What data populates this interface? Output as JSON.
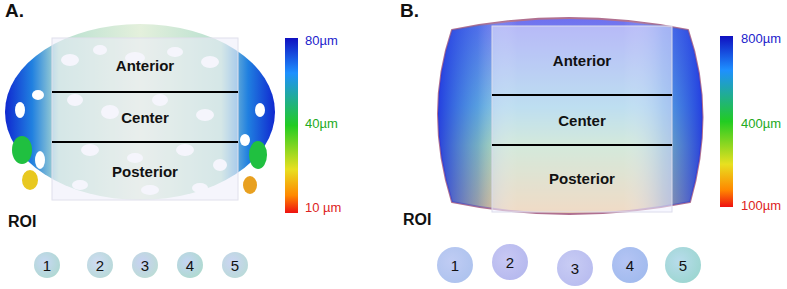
{
  "diagram": {
    "nodes": [
      {
        "text": [
          "Anterior"
        ]
      },
      {
        "text": [
          "Center"
        ]
      },
      {
        "text": [
          "Posterior"
        ]
      },
      {
        "text": [
          "1"
        ]
      },
      {
        "text": [
          "2"
        ]
      },
      {
        "text": [
          "3"
        ]
      },
      {
        "text": [
          "4"
        ]
      },
      {
        "text": [
          "5"
        ]
      },
      {
        "text": [
          "Anterior"
        ]
      },
      {
        "text": [
          "Center"
        ]
      },
      {
        "text": [
          "Posterior"
        ]
      },
      {
        "text": [
          "1"
        ]
      },
      {
        "text": [
          "2"
        ]
      },
      {
        "text": [
          "3"
        ]
      },
      {
        "text": [
          "4"
        ]
      },
      {
        "text": [
          "5"
        ]
      }
    ],
    "labels": [
      "A.",
      "ROI",
      "80µm",
      "40µm",
      "10 µm",
      "B.",
      "ROI",
      "800µm",
      "400µm",
      "100µm"
    ]
  }
}
